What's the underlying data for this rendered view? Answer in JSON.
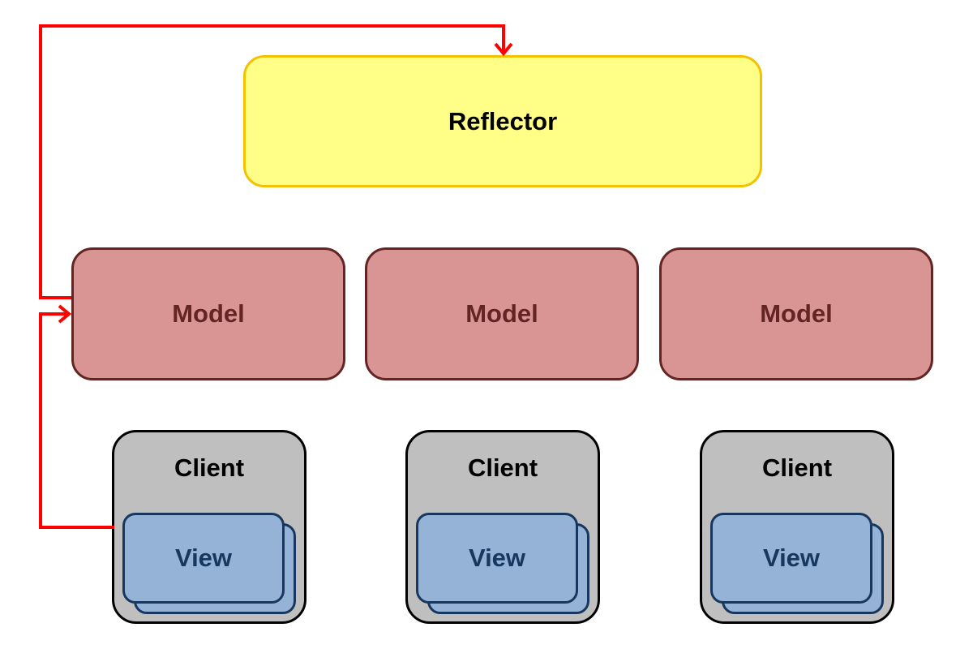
{
  "diagram": {
    "reflector": {
      "label": "Reflector"
    },
    "models": [
      {
        "label": "Model"
      },
      {
        "label": "Model"
      },
      {
        "label": "Model"
      }
    ],
    "clients": [
      {
        "label": "Client",
        "view_label": "View"
      },
      {
        "label": "Client",
        "view_label": "View"
      },
      {
        "label": "Client",
        "view_label": "View"
      }
    ],
    "colors": {
      "reflector_fill": "#ffff88",
      "reflector_border": "#f2c100",
      "model_fill": "#d99594",
      "model_border": "#632523",
      "client_fill": "#bfbfbf",
      "client_border": "#000000",
      "view_fill": "#95b3d7",
      "view_border": "#17375e",
      "arrow": "#ff0000"
    }
  }
}
